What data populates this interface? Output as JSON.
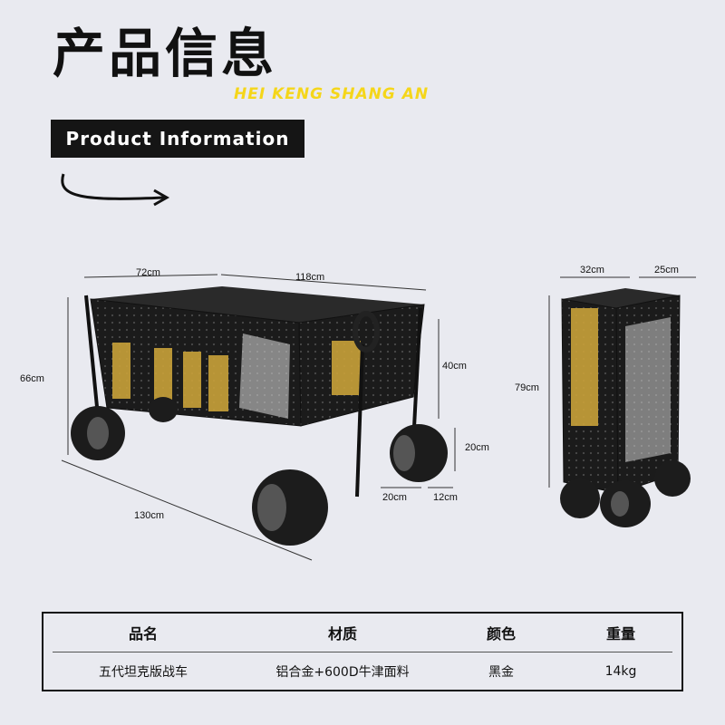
{
  "header": {
    "title_cn": "产品信息",
    "brand_text": "HEI KENG SHANG AN",
    "info_label": "Product Information"
  },
  "dimensions": {
    "wagon": {
      "width_top": "72cm",
      "length_top": "118cm",
      "height_total": "66cm",
      "basket_height": "40cm",
      "wheel_height": "20cm",
      "wheel_diameter": "20cm",
      "wheel_width": "12cm",
      "length_bottom": "130cm"
    },
    "folded": {
      "width": "32cm",
      "depth": "25cm",
      "height": "79cm"
    }
  },
  "table": {
    "headers": [
      "品名",
      "材质",
      "颜色",
      "重量"
    ],
    "row": [
      "五代坦克版战车",
      "铝合金+600D牛津面料",
      "黑金",
      "14kg"
    ]
  },
  "colors": {
    "background": "#e9eaf0",
    "brand_yellow": "#f5d61a",
    "wagon_body": "#1a1a1a",
    "gold_accent": "#c9a23a"
  }
}
